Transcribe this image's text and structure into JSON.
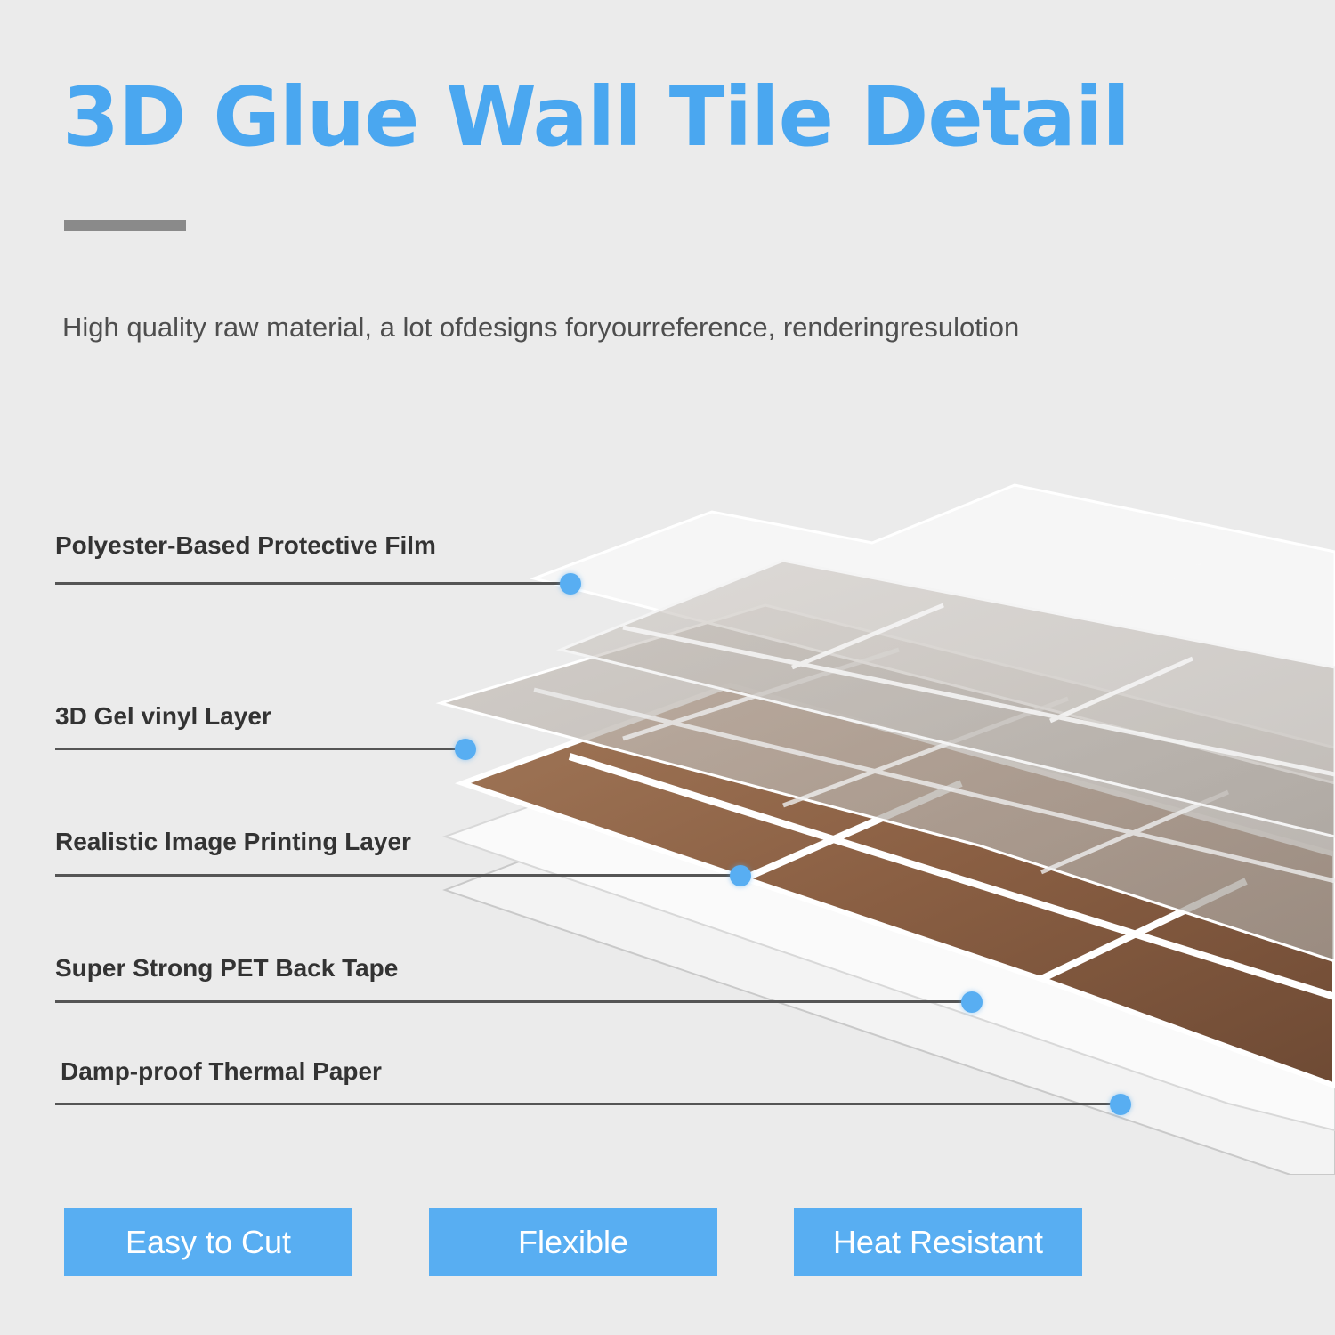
{
  "header": {
    "title": "3D Glue Wall Tile Detail",
    "subtitle": "High quality raw material, a lot ofdesigns foryourreference, renderingresulotion"
  },
  "layers": [
    {
      "label": "Polyester-Based Protective Film"
    },
    {
      "label": "3D Gel vinyl Layer"
    },
    {
      "label": "Realistic lmage Printing Layer"
    },
    {
      "label": "Super Strong PET Back Tape"
    },
    {
      "label": "Damp-proof Thermal Paper"
    }
  ],
  "features": [
    {
      "label": "Easy to Cut"
    },
    {
      "label": "Flexible"
    },
    {
      "label": "Heat Resistant"
    }
  ],
  "colors": {
    "accent": "#4aa7f0",
    "button": "#58aef2",
    "background": "#ebebeb"
  }
}
